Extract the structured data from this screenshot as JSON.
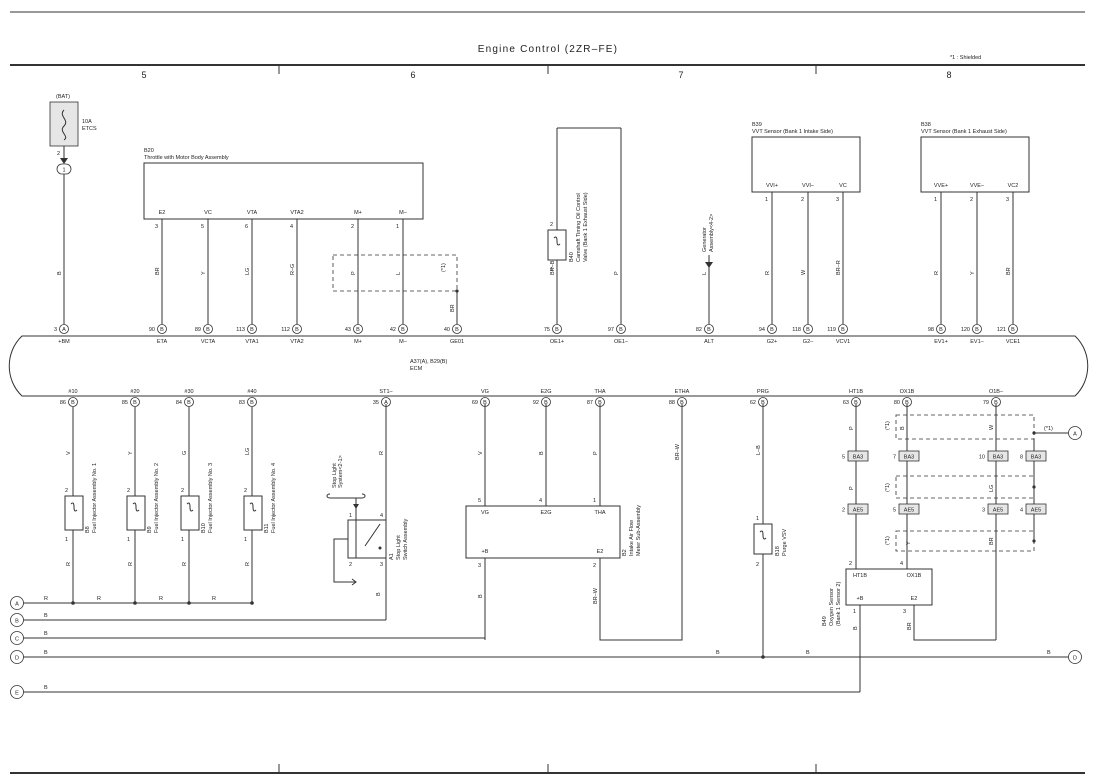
{
  "title": "Engine Control (2ZR–FE)",
  "note": "*1 : Shielded",
  "grid": [
    "5",
    "6",
    "7",
    "8"
  ],
  "battery": {
    "label": "(BAT)",
    "fuse": "10A",
    "fuse_name": "ETCS",
    "pin": "2",
    "junction": "1"
  },
  "ecm": {
    "code": "A37(A), B29(B)",
    "name": "ECM"
  },
  "top_terminals": [
    {
      "pin": "3",
      "conn": "A",
      "name": "+BM",
      "wire": "B"
    },
    {
      "pin": "90",
      "conn": "B",
      "name": "ETA",
      "wire": "BR"
    },
    {
      "pin": "89",
      "conn": "B",
      "name": "VCTA",
      "wire": "Y"
    },
    {
      "pin": "113",
      "conn": "B",
      "name": "VTA1",
      "wire": "LG"
    },
    {
      "pin": "112",
      "conn": "B",
      "name": "VTA2",
      "wire": "R–G"
    },
    {
      "pin": "43",
      "conn": "B",
      "name": "M+",
      "wire": "P"
    },
    {
      "pin": "42",
      "conn": "B",
      "name": "M–",
      "wire": "L"
    },
    {
      "pin": "40",
      "conn": "B",
      "name": "GE01",
      "wire": "BR"
    },
    {
      "pin": "75",
      "conn": "B",
      "name": "OE1+",
      "wire": "BR–B"
    },
    {
      "pin": "97",
      "conn": "B",
      "name": "OE1–",
      "wire": "P"
    },
    {
      "pin": "82",
      "conn": "B",
      "name": "ALT",
      "wire": "L"
    },
    {
      "pin": "94",
      "conn": "B",
      "name": "G2+",
      "wire": "R"
    },
    {
      "pin": "118",
      "conn": "B",
      "name": "G2–",
      "wire": "W"
    },
    {
      "pin": "119",
      "conn": "B",
      "name": "VCV1",
      "wire": "BR–R"
    },
    {
      "pin": "98",
      "conn": "B",
      "name": "EV1+",
      "wire": "R"
    },
    {
      "pin": "120",
      "conn": "B",
      "name": "EV1–",
      "wire": "Y"
    },
    {
      "pin": "121",
      "conn": "B",
      "name": "VCE1",
      "wire": "BR"
    }
  ],
  "bottom_terminals": [
    {
      "pin": "86",
      "conn": "B",
      "name": "#10",
      "wire": "V"
    },
    {
      "pin": "85",
      "conn": "B",
      "name": "#20",
      "wire": "Y"
    },
    {
      "pin": "84",
      "conn": "B",
      "name": "#30",
      "wire": "G"
    },
    {
      "pin": "83",
      "conn": "B",
      "name": "#40",
      "wire": "LG"
    },
    {
      "pin": "35",
      "conn": "A",
      "name": "ST1–",
      "wire": "R"
    },
    {
      "pin": "69",
      "conn": "B",
      "name": "VG",
      "wire": "V"
    },
    {
      "pin": "92",
      "conn": "B",
      "name": "E2G",
      "wire": "B"
    },
    {
      "pin": "87",
      "conn": "B",
      "name": "THA",
      "wire": "P"
    },
    {
      "pin": "88",
      "conn": "B",
      "name": "ETHA",
      "wire": "BR–W"
    },
    {
      "pin": "62",
      "conn": "B",
      "name": "PRG",
      "wire": "L–B"
    },
    {
      "pin": "63",
      "conn": "B",
      "name": "HT1B",
      "wire": "P"
    },
    {
      "pin": "80",
      "conn": "B",
      "name": "OX1B",
      "wire": "B"
    },
    {
      "pin": "79",
      "conn": "B",
      "name": "O1B–",
      "wire": "W"
    }
  ],
  "b20": {
    "code": "B20",
    "name": "Throttle with Motor Body Assembly",
    "pins": [
      {
        "name": "E2",
        "num": "3"
      },
      {
        "name": "VC",
        "num": "5"
      },
      {
        "name": "VTA",
        "num": "6"
      },
      {
        "name": "VTA2",
        "num": "4"
      },
      {
        "name": "M+",
        "num": "2"
      },
      {
        "name": "M–",
        "num": "1"
      }
    ]
  },
  "b39": {
    "code": "B39",
    "name": "VVT Sensor (Bank 1 Intake Side)",
    "pins": [
      {
        "name": "VVI+",
        "num": "1"
      },
      {
        "name": "VVI–",
        "num": "2"
      },
      {
        "name": "VC",
        "num": "3"
      }
    ]
  },
  "b38": {
    "code": "B38",
    "name": "VVT Sensor (Bank 1 Exhaust Side)",
    "pins": [
      {
        "name": "VVE+",
        "num": "1"
      },
      {
        "name": "VVE–",
        "num": "2"
      },
      {
        "name": "VC2",
        "num": "3"
      }
    ]
  },
  "b40": {
    "code": "B40",
    "name": "Camshaft Timing Oil Control",
    "name2": "Valve (Bank 1 Exhaust Side)",
    "pin_top": "2",
    "pin_bot": "1"
  },
  "generator": {
    "line1": "Generator",
    "line2": "Assembly<4-2>"
  },
  "injectors": [
    {
      "code": "B8",
      "name": "Fuel Injector Assembly No. 1",
      "pin_top": "2",
      "pin_bot": "1",
      "wire_bottom": "R"
    },
    {
      "code": "B9",
      "name": "Fuel Injector Assembly No. 2",
      "pin_top": "2",
      "pin_bot": "1",
      "wire_bottom": "R"
    },
    {
      "code": "B10",
      "name": "Fuel Injector Assembly No. 3",
      "pin_top": "2",
      "pin_bot": "1",
      "wire_bottom": "R"
    },
    {
      "code": "B11",
      "name": "Fuel Injector Assembly No. 4",
      "pin_top": "2",
      "pin_bot": "1",
      "wire_bottom": "R"
    }
  ],
  "stop_light": {
    "ref1": "Stop Light",
    "ref2": "System<2-1>",
    "code": "A1",
    "name": "Stop Light",
    "name2": "Switch Assembly",
    "pins": {
      "tl": "1",
      "tr": "4",
      "bl": "2",
      "br": "3"
    }
  },
  "b2": {
    "code": "B2",
    "name": "Intake Air Flow",
    "name2": "Meter Sub-Assembly",
    "pins_top": [
      {
        "name": "VG",
        "num": "5"
      },
      {
        "name": "E2G",
        "num": "4"
      },
      {
        "name": "THA",
        "num": "1"
      }
    ],
    "pins_bottom": [
      {
        "name": "+B",
        "num": "3"
      },
      {
        "name": "E2",
        "num": "2"
      }
    ]
  },
  "b18": {
    "code": "B18",
    "name": "Purge VSV",
    "pin_top": "1",
    "pin_bot": "2"
  },
  "b49": {
    "code": "B49",
    "name": "Oxygen Sensor",
    "name2": "(Bank 1 Sensor 2)",
    "pins_top": [
      {
        "name": "HT1B",
        "num": "2"
      },
      {
        "name": "OX1B",
        "num": "4"
      }
    ],
    "pins_bottom": [
      {
        "name": "+B",
        "num": "1"
      },
      {
        "name": "E2",
        "num": "3"
      }
    ]
  },
  "connectors": {
    "ba3": [
      {
        "num": "5",
        "tag": "BA3"
      },
      {
        "num": "7",
        "tag": "BA3"
      },
      {
        "num": "10",
        "tag": "BA3"
      },
      {
        "num": "8",
        "tag": "BA3"
      }
    ],
    "ae5": [
      {
        "num": "2",
        "tag": "AE5"
      },
      {
        "num": "5",
        "tag": "AE5"
      },
      {
        "num": "3",
        "tag": "AE5"
      },
      {
        "num": "4",
        "tag": "AE5"
      }
    ],
    "mid_wires": {
      "ht1b": "P",
      "ox1b": "LG"
    },
    "low_wires": {
      "ht1b": "Y",
      "o1b": "BR"
    },
    "shield": "(*1)"
  },
  "buses": [
    {
      "id": "A",
      "wire": "R"
    },
    {
      "id": "B",
      "wire": "B"
    },
    {
      "id": "C",
      "wire": "B"
    },
    {
      "id": "D",
      "wire": "B"
    },
    {
      "id": "E",
      "wire": "B"
    }
  ],
  "wire_labels": {
    "stop_bottom": "B",
    "b2_plusb": "B",
    "b2_e2": "BR–W",
    "b49_plusb": "B",
    "b49_e2": "BR",
    "d_mid1": "B",
    "d_mid2": "B",
    "d_right": "B",
    "a_1": "R",
    "a_2": "R",
    "a_3": "R"
  }
}
